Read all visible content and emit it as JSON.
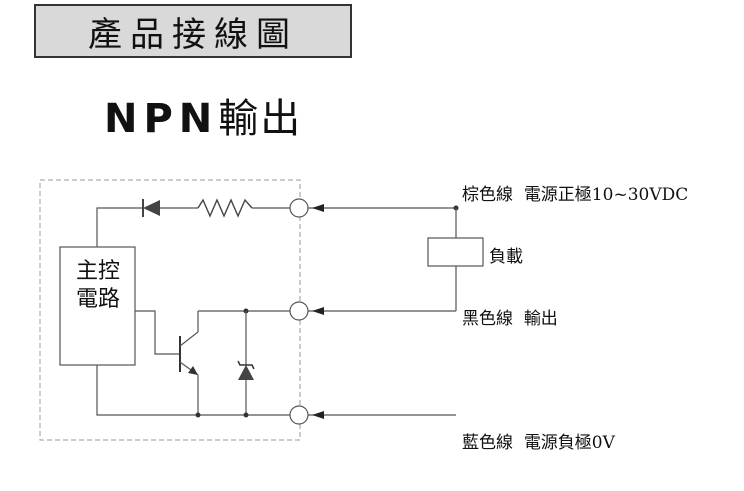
{
  "header": {
    "title": "產品接線圖"
  },
  "diagram": {
    "title_prefix": "NPN",
    "title_suffix": "輸出",
    "main_circuit_label": "主控電路",
    "load_label": "負載",
    "wires": [
      {
        "color_label": "棕色線",
        "function": "電源正極10~30VDC"
      },
      {
        "color_label": "黑色線",
        "function": "輸出"
      },
      {
        "color_label": "藍色線",
        "function": "電源負極0V"
      }
    ]
  },
  "colors": {
    "title_box_bg": "#d9d9d9",
    "line": "#555555",
    "dashed": "#888888"
  }
}
